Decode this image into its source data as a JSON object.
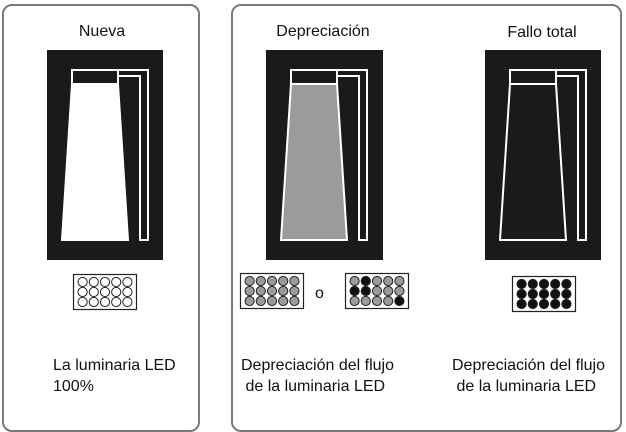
{
  "colors": {
    "background": "#1a1a1a",
    "outline": "#ffffff",
    "lit": "#ffffff",
    "dimmed": "#9b9b9b",
    "off": "#1a1a1a",
    "led_off": "#111111",
    "panel_border": "#7a7a7a"
  },
  "states": [
    {
      "title": "Nueva",
      "lamp_fill": "lit",
      "caption": "La luminaria LED\n100%",
      "led_arrays": [
        {
          "leds": [
            "white",
            "white",
            "white",
            "white",
            "white",
            "white",
            "white",
            "white",
            "white",
            "white",
            "white",
            "white",
            "white",
            "white",
            "white"
          ]
        }
      ]
    },
    {
      "title": "Depreciación",
      "lamp_fill": "dimmed",
      "caption": "Depreciación del flujo\n de la luminaria LED",
      "separator": "o",
      "led_arrays": [
        {
          "leds": [
            "gray",
            "gray",
            "gray",
            "gray",
            "gray",
            "gray",
            "gray",
            "gray",
            "gray",
            "gray",
            "gray",
            "gray",
            "gray",
            "gray",
            "gray"
          ]
        },
        {
          "leds": [
            "gray",
            "black",
            "gray",
            "gray",
            "gray",
            "black",
            "black",
            "gray",
            "gray",
            "gray",
            "gray",
            "gray",
            "gray",
            "gray",
            "black"
          ]
        }
      ]
    },
    {
      "title": "Fallo total",
      "lamp_fill": "off",
      "caption": "Depreciación del flujo\n de la luminaria LED",
      "led_arrays": [
        {
          "leds": [
            "black",
            "black",
            "black",
            "black",
            "black",
            "black",
            "black",
            "black",
            "black",
            "black",
            "black",
            "black",
            "black",
            "black",
            "black"
          ]
        }
      ]
    }
  ]
}
